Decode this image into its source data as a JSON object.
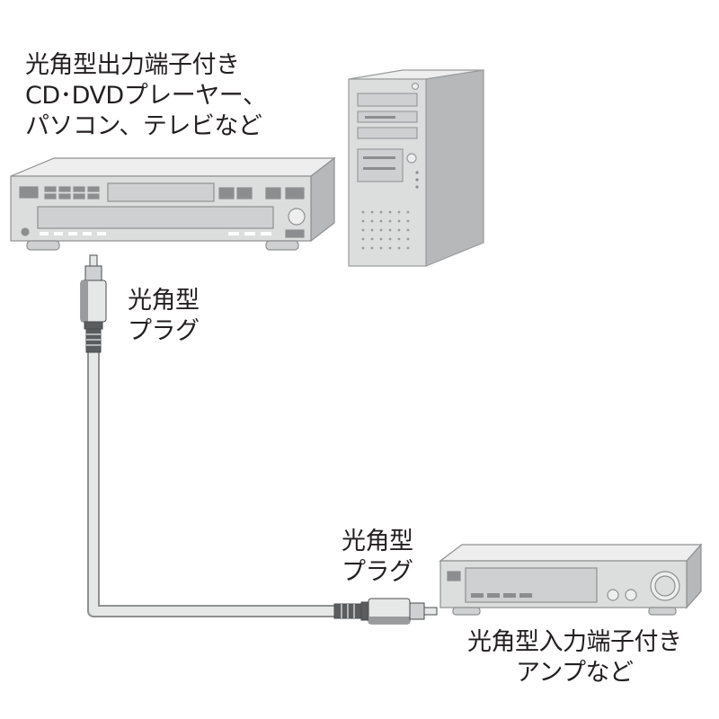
{
  "labels": {
    "source": [
      "光角型出力端子付き",
      "CD･DVDプレーヤー、",
      "パソコン、テレビなど"
    ],
    "plug_top": [
      "光角型",
      "プラグ"
    ],
    "plug_bottom": [
      "光角型",
      "プラグ"
    ],
    "destination": [
      "光角型入力端子付き",
      "アンプなど"
    ]
  },
  "colors": {
    "device_body": "#cfd0d1",
    "device_front": "#dcdddd",
    "device_dark": "#8c8d8e",
    "cable": "#e6e7e7",
    "plug_dark": "#5b5c5e",
    "text": "#231f20"
  }
}
